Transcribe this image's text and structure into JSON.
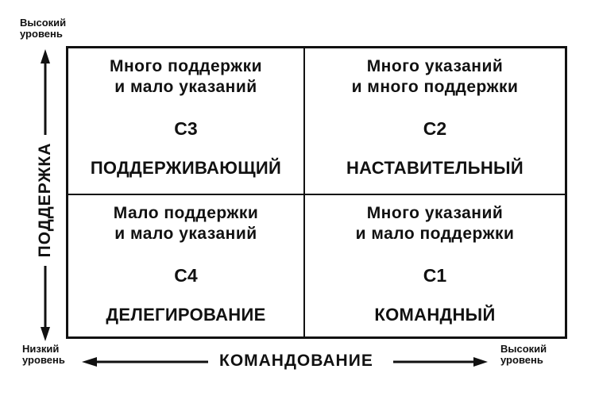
{
  "y_axis": {
    "label": "ПОДДЕРЖКА",
    "high": "Высокий уровень",
    "high_lines": [
      "Высокий",
      "уровень"
    ]
  },
  "x_axis": {
    "label": "КОМАНДОВАНИЕ",
    "low_lines": [
      "Низкий",
      "уровень"
    ],
    "high_lines": [
      "Высокий",
      "уровень"
    ]
  },
  "quadrants": [
    {
      "desc1": "Много поддержки",
      "desc2": "и мало указаний",
      "code": "С3",
      "style": "ПОДДЕРЖИВАЮЩИЙ"
    },
    {
      "desc1": "Много указаний",
      "desc2": "и много поддержки",
      "code": "С2",
      "style": "НАСТАВИТЕЛЬНЫЙ"
    },
    {
      "desc1": "Мало поддержки",
      "desc2": "и мало указаний",
      "code": "С4",
      "style": "ДЕЛЕГИРОВАНИЕ"
    },
    {
      "desc1": "Много указаний",
      "desc2": "и мало поддержки",
      "code": "С1",
      "style": "КОМАНДНЫЙ"
    }
  ]
}
